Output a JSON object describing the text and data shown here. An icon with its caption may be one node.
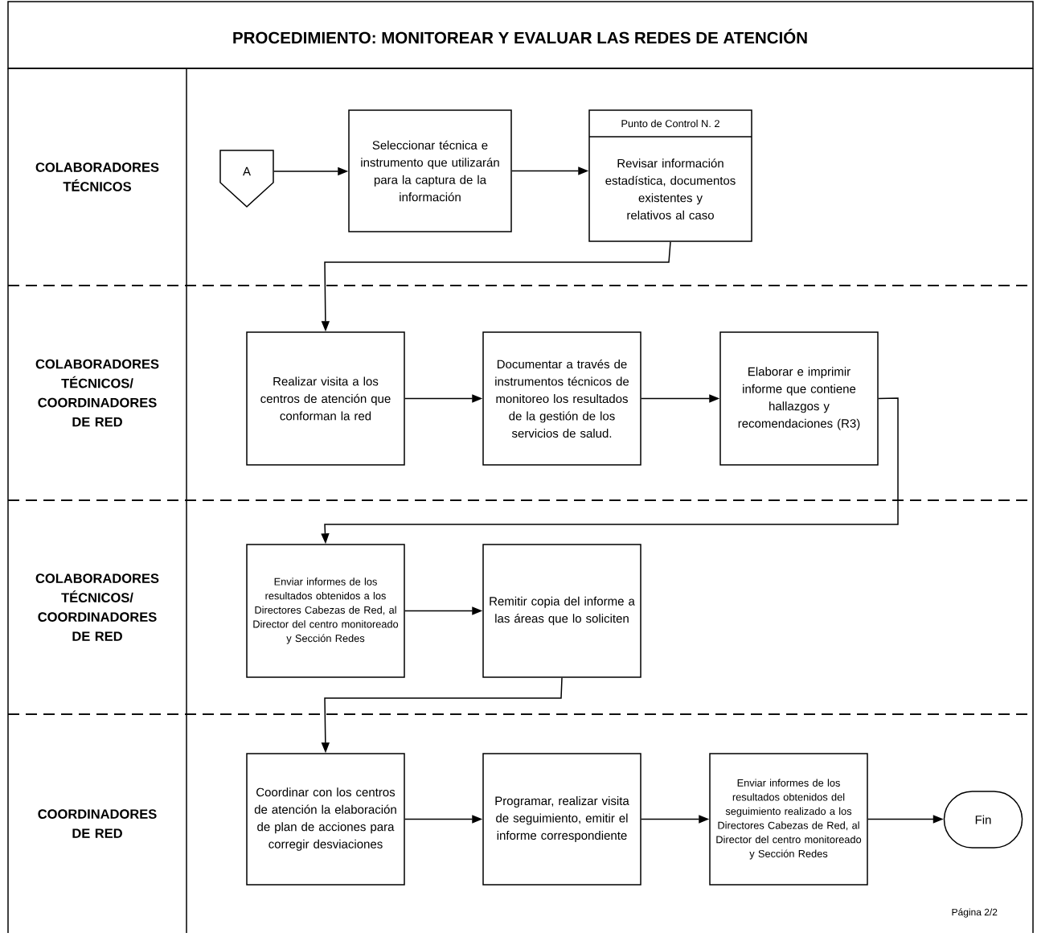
{
  "diagram": {
    "title": "PROCEDIMIENTO: MONITOREAR Y EVALUAR  LAS REDES DE ATENCIÓN",
    "nodes": [
      {
        "text": [
          "COLABORADORES TÉCNICOS"
        ]
      },
      {
        "text": [
          "A"
        ],
        "in": 0
      },
      {
        "text": [
          "Seleccionar técnica e instrumento que utilizarán para la captura de la información"
        ],
        "in": 0
      },
      {
        "text": [
          "Punto de Control  N. 2",
          "Revisar información estadística, documentos existentes y relativos al caso"
        ],
        "in": 0
      },
      {
        "text": [
          "COLABORADORES TÉCNICOS/ COORDINADORES DE RED"
        ]
      },
      {
        "text": [
          "Realizar visita a los centros de atención que conforman la red"
        ],
        "in": 4
      },
      {
        "text": [
          "Documentar a través de instrumentos técnicos de monitoreo los resultados de la gestión de los servicios de salud."
        ],
        "in": 4
      },
      {
        "text": [
          "Elaborar e imprimir informe que contiene hallazgos y recomendaciones (R3)"
        ],
        "in": 4
      },
      {
        "text": [
          "COLABORADORES TÉCNICOS/ COORDINADORES DE RED"
        ]
      },
      {
        "text": [
          "Enviar informes de los resultados obtenidos a los Directores Cabezas de Red, al Director del centro monitoreado y Sección Redes"
        ],
        "in": 8
      },
      {
        "text": [
          "Remitir copia del informe a las áreas que lo soliciten"
        ],
        "in": 8
      },
      {
        "text": [
          "COORDINADORES DE RED"
        ]
      },
      {
        "text": [
          "Coordinar con los centros de atención la elaboración de plan de acciones para corregir desviaciones"
        ],
        "in": 11
      },
      {
        "text": [
          "Programar, realizar visita de seguimiento, emitir el informe correspondiente"
        ],
        "in": 11
      },
      {
        "text": [
          "Enviar informes de los resultados obtenidos del seguimiento realizado a los Directores Cabezas de Red, al Director del centro monitoreado y Sección Redes"
        ],
        "in": 11
      },
      {
        "text": [
          "Fin"
        ],
        "in": 11
      }
    ],
    "edges": [
      {
        "from": 1,
        "to": 2,
        "arrow": "to"
      },
      {
        "from": 2,
        "to": 3,
        "arrow": "to"
      },
      {
        "from": 3,
        "to": 5,
        "arrow": "to"
      },
      {
        "from": 5,
        "to": 6,
        "arrow": "to"
      },
      {
        "from": 6,
        "to": 7,
        "arrow": "to"
      },
      {
        "from": 7,
        "to": 9,
        "arrow": "to"
      },
      {
        "from": 9,
        "to": 10,
        "arrow": "to"
      },
      {
        "from": 10,
        "to": 12,
        "arrow": "to"
      },
      {
        "from": 12,
        "to": 13,
        "arrow": "to"
      },
      {
        "from": 13,
        "to": 14,
        "arrow": "to"
      },
      {
        "from": 14,
        "to": 15,
        "arrow": "to"
      }
    ],
    "labels": [
      "Página 2/2"
    ]
  }
}
